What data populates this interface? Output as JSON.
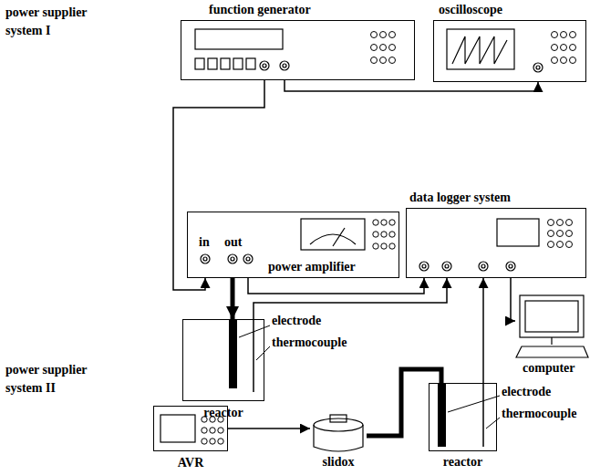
{
  "diagram": {
    "nodes": [
      {
        "text": [
          "function generator"
        ]
      },
      {
        "text": [
          "oscilloscope"
        ]
      },
      {
        "text": [
          "in",
          "out",
          "power amplifier"
        ]
      },
      {
        "text": [
          "data logger system"
        ]
      },
      {
        "text": [
          "reactor"
        ]
      },
      {
        "text": [
          "computer"
        ]
      },
      {
        "text": [
          "AVR"
        ]
      },
      {
        "text": [
          "slidox"
        ]
      },
      {
        "text": [
          "reactor"
        ]
      }
    ],
    "edges": [
      {
        "from": 0,
        "to": 2,
        "arrow": "to"
      },
      {
        "from": 0,
        "to": 1,
        "arrow": "to"
      },
      {
        "from": 2,
        "to": 4,
        "arrow": "to"
      },
      {
        "from": 2,
        "to": 3,
        "arrow": "to"
      },
      {
        "from": 4,
        "to": 3,
        "arrow": "to"
      },
      {
        "from": 8,
        "to": 3,
        "arrow": "to"
      },
      {
        "from": 3,
        "to": 5,
        "arrow": "to"
      },
      {
        "from": 6,
        "to": 7,
        "arrow": "to"
      },
      {
        "from": 7,
        "to": 8,
        "arrow": "none"
      }
    ],
    "labels": [
      "power supplier system I",
      "electrode",
      "thermocouple",
      "power supplier system II",
      "electrode",
      "thermocouple"
    ]
  }
}
